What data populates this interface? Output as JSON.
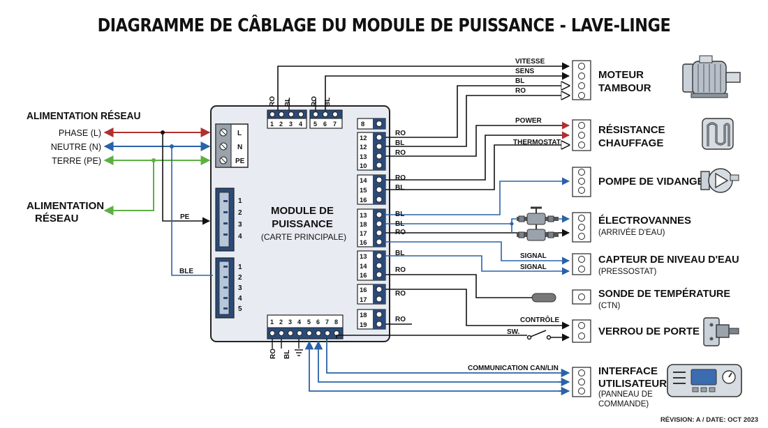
{
  "title": "DIAGRAMME DE CÂBLAGE DU MODULE DE PUISSANCE - LAVE-LINGE",
  "revision": "RÉVISION: A / DATE: OCT 2023",
  "colors": {
    "wire": "#111111",
    "phase": "#b03030",
    "neutral": "#2a62a8",
    "earth": "#5cb040",
    "board": "#e8ecf2",
    "connector": "#2b4a78"
  },
  "supply": {
    "label": "ALIMENTATION RÉSEAU",
    "label2_line1": "ALIMENTATION",
    "label2_line2": "RÉSEAU",
    "phase": "PHASE (L)",
    "neutral": "NEUTRE (N)",
    "earth": "TERRE (PE)"
  },
  "module": {
    "title_line1": "MODULE DE",
    "title_line2": "PUISSANCE",
    "subtitle": "(CARTE PRINCIPALE)",
    "main_terminals": [
      "L",
      "N",
      "PE"
    ],
    "left_connector_a": [
      "1",
      "2",
      "3",
      "4"
    ],
    "left_connector_b": [
      "1",
      "2",
      "3",
      "4",
      "5"
    ],
    "top_block_a": [
      "1",
      "2",
      "3",
      "4"
    ],
    "top_block_b": [
      "5",
      "6",
      "7"
    ],
    "bottom_block": [
      "1",
      "2",
      "3",
      "4",
      "5",
      "6",
      "7",
      "8"
    ],
    "right_pins": {
      "g1": [
        "8"
      ],
      "g2": [
        "12",
        "12",
        "13",
        "10"
      ],
      "g3": [
        "14",
        "15",
        "16"
      ],
      "g4": [
        "13",
        "18",
        "17",
        "16"
      ],
      "g5": [
        "13",
        "14",
        "16"
      ],
      "g6": [
        "16",
        "17"
      ],
      "g7": [
        "18",
        "19"
      ]
    }
  },
  "wire_labels": {
    "top_ro": "RO",
    "top_bl": "BL",
    "top_ro2": "RO",
    "top_bl2": "BL",
    "pe": "PE",
    "ble": "BLE",
    "g2": [
      "RO",
      "BL",
      "RO"
    ],
    "g3": [
      "RO",
      "BL"
    ],
    "g4": [
      "BL",
      "BL",
      "RO"
    ],
    "g5": [
      "BL",
      "RO"
    ],
    "g6": "RO",
    "g7": "RO",
    "bottom_ro": "RO",
    "bottom_bl": "BL"
  },
  "signal_labels": {
    "vitesse": "VITESSE",
    "sens": "SENS",
    "bl": "BL",
    "ro": "RO",
    "power": "POWER",
    "thermostat": "THERMOSTAT",
    "signal1": "SIGNAL",
    "signal2": "SIGNAL",
    "controle": "CONTRÔLE",
    "sw": "SW.",
    "comm": "COMMUNICATION CAN/LIN"
  },
  "components": [
    {
      "name": "MOTEUR",
      "name2": "TAMBOUR",
      "sub": ""
    },
    {
      "name": "RÉSISTANCE",
      "name2": "CHAUFFAGE",
      "sub": ""
    },
    {
      "name": "POMPE DE VIDANGE",
      "name2": "",
      "sub": ""
    },
    {
      "name": "ÉLECTROVANNES",
      "name2": "",
      "sub": "(ARRIVÉE D'EAU)"
    },
    {
      "name": "CAPTEUR DE NIVEAU D'EAU",
      "name2": "",
      "sub": "(PRESSOSTAT)"
    },
    {
      "name": "SONDE DE TEMPÉRATURE",
      "name2": "",
      "sub": "(CTN)"
    },
    {
      "name": "VERROU DE PORTE",
      "name2": "",
      "sub": ""
    },
    {
      "name": "INTERFACE",
      "name2": "UTILISATEUR",
      "sub": "(PANNEAU DE",
      "sub2": "COMMANDE)"
    }
  ]
}
